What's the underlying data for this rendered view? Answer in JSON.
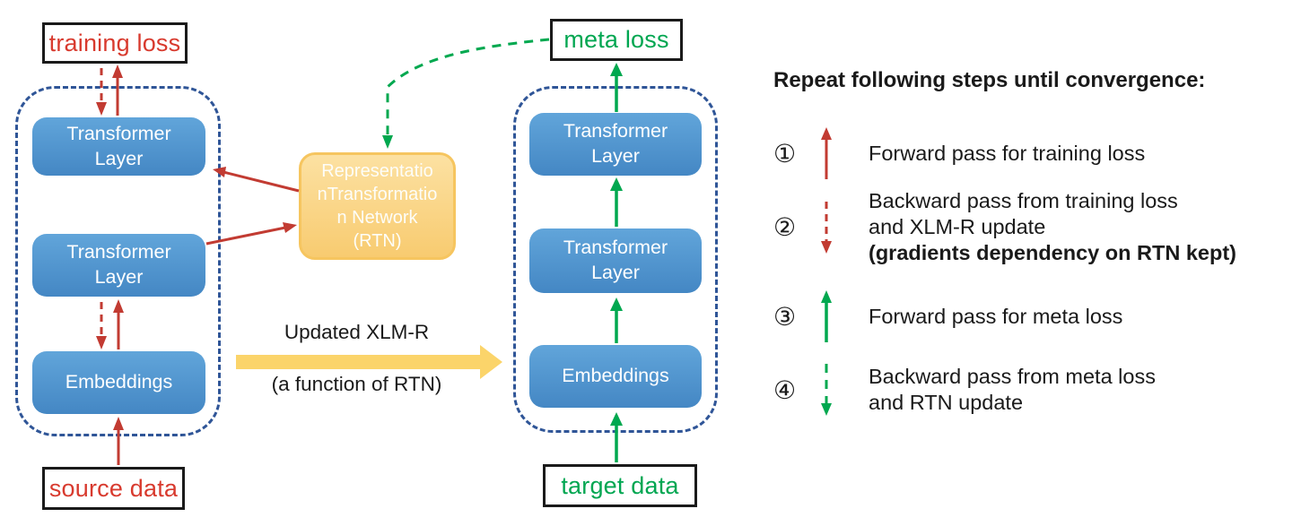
{
  "colors": {
    "red": "#C23B32",
    "red_text": "#D83A2E",
    "green": "#00A84F",
    "green_text": "#00A651",
    "navy": "#2F5597",
    "blue_top": "#61A5DA",
    "blue_bottom": "#4487C4",
    "orange_top": "#FCE1A2",
    "orange_bottom": "#F8CB70",
    "orange_border": "#F6C55F",
    "yellow": "#FBD46A",
    "ink": "#1A1A1A"
  },
  "labels": {
    "training_loss": "training loss",
    "source_data": "source data",
    "meta_loss": "meta loss",
    "target_data": "target data"
  },
  "boxes": {
    "transformer": {
      "l1": "Transformer",
      "l2": "Layer"
    },
    "embeddings": "Embeddings",
    "rtn": {
      "l1": "Representatio",
      "l2": "nTransformatio",
      "l3": "n Network",
      "l4": "(RTN)"
    }
  },
  "middle": {
    "arrow_label_top": "Updated XLM-R",
    "arrow_label_bottom": "(a function of RTN)"
  },
  "legend": {
    "title": "Repeat following steps until convergence:",
    "items": [
      {
        "num": "①",
        "arrow": "red-solid-up",
        "lines": [
          "Forward pass for training loss"
        ]
      },
      {
        "num": "②",
        "arrow": "red-dashed-down",
        "lines": [
          "Backward pass from training loss",
          "and XLM-R update",
          "(gradients dependency on RTN kept)"
        ]
      },
      {
        "num": "③",
        "arrow": "green-solid-up",
        "lines": [
          "Forward pass for meta loss"
        ]
      },
      {
        "num": "④",
        "arrow": "green-dashed-down",
        "lines": [
          "Backward pass from meta loss",
          "and RTN update"
        ]
      }
    ]
  }
}
